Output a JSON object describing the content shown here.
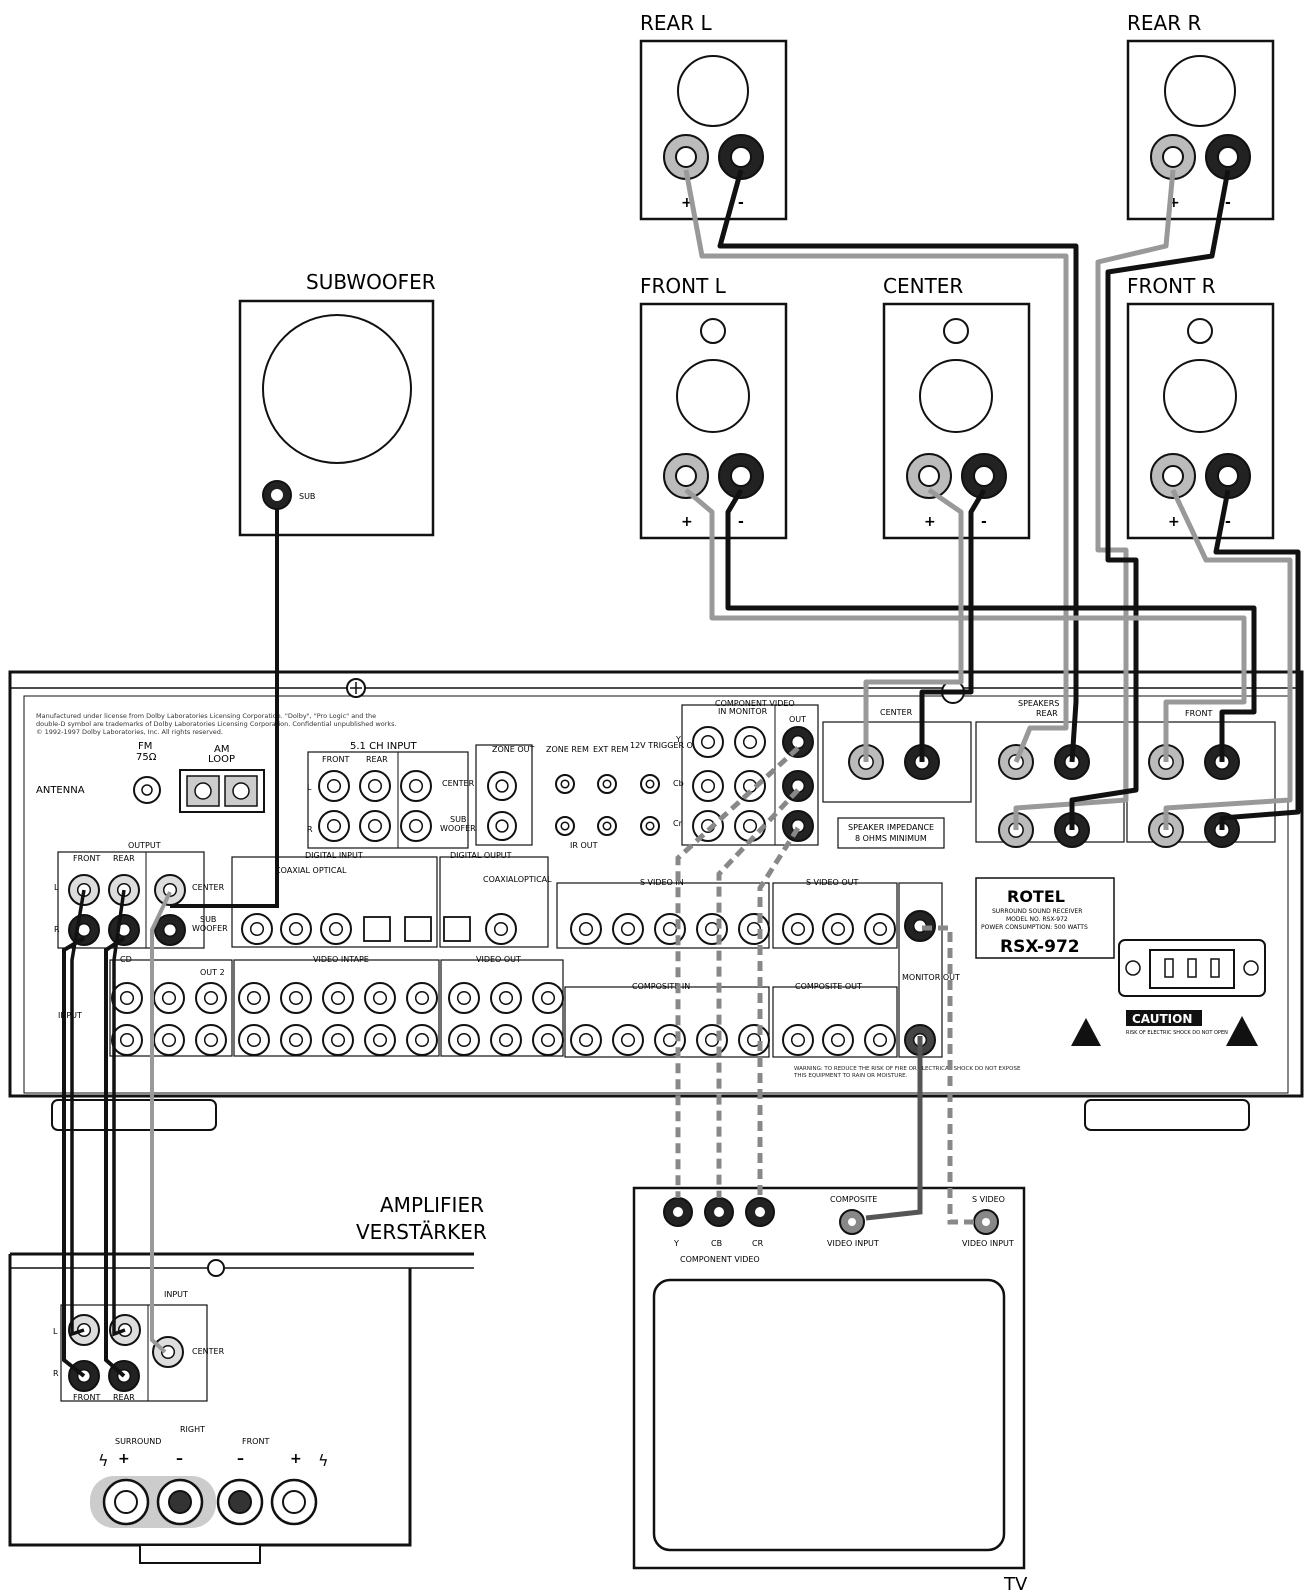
{
  "speakers": {
    "rear_l": {
      "label": "REAR  L",
      "plus": "+",
      "minus": "-"
    },
    "rear_r": {
      "label": "REAR  R",
      "plus": "+",
      "minus": "-"
    },
    "front_l": {
      "label": "FRONT  L",
      "plus": "+",
      "minus": "-"
    },
    "center": {
      "label": "CENTER",
      "plus": "+",
      "minus": "-"
    },
    "front_r": {
      "label": "FRONT  R",
      "plus": "+",
      "minus": "-"
    }
  },
  "subwoofer": {
    "label": "SUBWOOFER",
    "jack": "SUB"
  },
  "receiver": {
    "license_text": "Manufactured under license from Dolby Laboratories Licensing Corporation. \"Dolby\", \"Pro Logic\" and the double-D symbol are trademarks of Dolby Laboratories Licensing Corporation. Confidential unpublished works. © 1992-1997 Dolby Laboratories, Inc. All rights reserved.",
    "fm": "FM",
    "fm_ohm": "75Ω",
    "am": "AM",
    "loop": "LOOP",
    "antenna": "ANTENNA",
    "ch51_input": "5.1 CH INPUT",
    "front": "FRONT",
    "rear": "REAR",
    "center": "CENTER",
    "sub": "SUB",
    "woofer": "WOOFER",
    "output": "OUTPUT",
    "digital_input": "DIGITAL INPUT",
    "coaxial_optical": "COAXIAL OPTICAL",
    "digital_output": "DIGITAL OUPUT",
    "coaxialoptical": "COAXIALOPTICAL",
    "cd": "CD",
    "out2": "OUT 2",
    "video_intape": "VIDEO INTAPE",
    "video_out": "VIDEO OUT",
    "input": "INPUT",
    "zone_out": "ZONE OUT",
    "zone_rem": "ZONE REM",
    "ext_rem": "EXT REM",
    "trigger": "12V TRIGGER OUT",
    "ir_out": "IR OUT",
    "component_video": "COMPONENT VIDEO",
    "in_monitor": "IN MONITOR",
    "out": "OUT",
    "y": "Y",
    "cb": "Cb",
    "cr": "Cr",
    "svideo_in": "S-VIDEO IN",
    "svideo_out": "S-VIDEO OUT",
    "composite_in": "COMPOSITE IN",
    "composite_out": "COMPOSITE OUT",
    "monitor_out": "MONITOR OUT",
    "speakers": "SPEAKERS",
    "speaker_rear": "REAR",
    "speaker_front": "FRONT",
    "speaker_center": "CENTER",
    "impedance_1": "SPEAKER IMPEDANCE",
    "impedance_2": "8 OHMS MINIMUM",
    "rotel": "ROTEL",
    "model_lines": [
      "SURROUND SOUND RECEIVER",
      "MODEL NO. RSX-972",
      "POWER CONSUMPTION: 500 WATTS"
    ],
    "model": "RSX-972",
    "caution": "CAUTION",
    "caution_sub": "RISK OF ELECTRIC SHOCK DO NOT OPEN",
    "warning": "WARNING: TO REDUCE THE RISK OF FIRE OR ELECTRICAL SHOCK DO NOT EXPOSE THIS EQUIPMENT TO RAIN OR MOISTURE.",
    "l": "L",
    "r": "R"
  },
  "amplifier": {
    "label_1": "AMPLIFIER",
    "label_2": "VERSTÄRKER",
    "input": "INPUT",
    "center": "CENTER",
    "front": "FRONT",
    "rear": "REAR",
    "surround": "SURROUND",
    "right": "RIGHT",
    "front_term": "FRONT",
    "l": "L",
    "r": "R"
  },
  "tv": {
    "label": "TV",
    "y": "Y",
    "cb": "CB",
    "cr": "CR",
    "component_video": "COMPONENT VIDEO",
    "composite": "COMPOSITE",
    "svideo": "S VIDEO",
    "video_input": "VIDEO INPUT",
    "video_input2": "VIDEO INPUT"
  }
}
